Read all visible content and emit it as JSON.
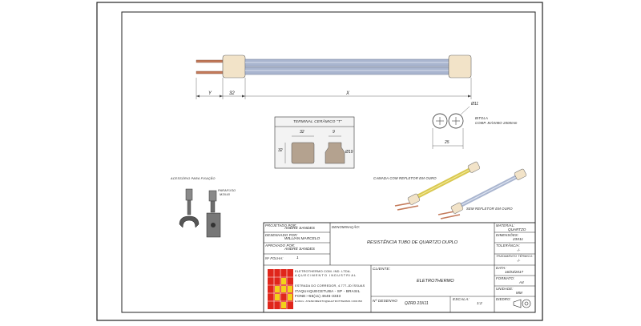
{
  "drawing": {
    "dim_y": "Y",
    "dim_32": "32",
    "dim_x": "X",
    "terminal_title": "TERMINAL CERÂMICO \"T\"",
    "terminal_dim_32_top": "32",
    "terminal_dim_9": "9",
    "terminal_dim_32_side": "32",
    "terminal_dim_phi19": "Ø19",
    "section_phi11": "Ø11",
    "section_dim_25": "25",
    "bitola_line1": "BITOLA",
    "bitola_line2": "COMP. MÁXIMO 2000mm",
    "camada_label": "CAMADA COM REFLETOR EM OURO",
    "sem_refletor_label": "SEM REFLETOR EM OURO",
    "acessorio_label": "ACESSÓRIO PARA FIXAÇÃO",
    "parafuso_line1": "PARAFUSO",
    "parafuso_line2": "M3X40"
  },
  "title_block": {
    "projetado_label": "PROJETADO POR:",
    "projetado_value": "ANDRÉ SANDES",
    "desenhado_label": "DESENHADO POR:",
    "desenhado_value": "WILLIAN MARCELO",
    "aprovado_label": "APROVADO POR:",
    "aprovado_value": "ANDRÉ SANDES",
    "folha_label": "Nº FOLHA:",
    "folha_value": "1",
    "denominacao_label": "DENOMINAÇÃO:",
    "denominacao_value": "RESISTÊNCIA TUBO DE QUARTZO DUPLO",
    "material_label": "MATERIAL:",
    "material_value": "QUARTZO",
    "dimensoes_label": "DIMENSÕES:",
    "dimensoes_value": "23X11",
    "tolerancia_label": "TOLERÂNCIA:",
    "tolerancia_value": "-/-",
    "tratamento_label": "TRATAMENTO TÉRMICO:",
    "tratamento_value": "-/-",
    "data_label": "DATA:",
    "data_value": "16/03/2017",
    "formato_label": "FORMATO:",
    "formato_value": "A4",
    "unidade_label": "UNIDADE:",
    "unidade_value": "MM",
    "diedro_label": "DIEDRO:",
    "company_line1": "ELETROTHERMO COM. IND. LTDA.",
    "company_line2": "AQUECIMENTO INDUSTRIAL",
    "address_line1": "ESTRADA DO CORREDOR, 4.777-JD ÍSSUAS",
    "address_line2": "ITAQUAQUECETUBA - SP - BRASIL",
    "phone_line": "FONE:+55(11) 4646-3333",
    "email_line": "E-MAIL: ATENDIMENTO@ELETROTHERMO.COM.BR",
    "cliente_label": "CLIENTE:",
    "cliente_value": "ELETROTHERMO",
    "desenho_label": "Nº DESENHO",
    "desenho_value": "QZRD 23X11",
    "escala_label": "ESCALA:",
    "escala_value": "1:2"
  },
  "colors": {
    "logo_red": "#e0261b",
    "logo_yellow": "#f2d21a",
    "tube": "#a9b5cf",
    "ceramic": "#f2e3c8",
    "terminal": "#b4a28f",
    "lead": "#c47a5a",
    "gold": "#d9c850"
  }
}
